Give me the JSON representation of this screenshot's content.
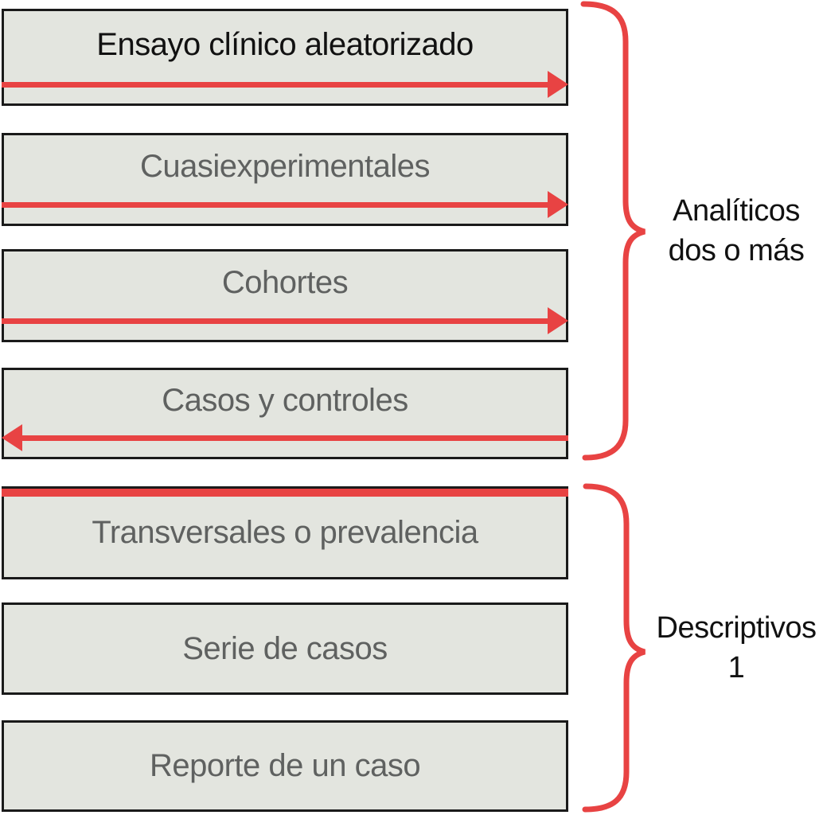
{
  "diagram": {
    "boxes": [
      {
        "label": "Ensayo clínico aleatorizado",
        "text_color": "#111111",
        "arrow": "right"
      },
      {
        "label": "Cuasiexperimentales",
        "text_color": "#5f6160",
        "arrow": "right"
      },
      {
        "label": "Cohortes",
        "text_color": "#5f6160",
        "arrow": "right"
      },
      {
        "label": "Casos y controles",
        "text_color": "#5f6160",
        "arrow": "left"
      },
      {
        "label": "Transversales o prevalencia",
        "text_color": "#5f6160",
        "arrow": "bar-top"
      },
      {
        "label": "Serie de casos",
        "text_color": "#5f6160",
        "arrow": "none"
      },
      {
        "label": "Reporte de un caso",
        "text_color": "#5f6160",
        "arrow": "none"
      }
    ],
    "groups": [
      {
        "line1": "Analíticos",
        "line2": "dos o más"
      },
      {
        "line1": "Descriptivos",
        "line2": "1"
      }
    ],
    "colors": {
      "accent_red": "#e84343",
      "box_fill": "#e3e5df",
      "box_border": "#1a1a1a",
      "gray_text": "#5f6160",
      "black_text": "#111111",
      "background": "#ffffff"
    }
  }
}
